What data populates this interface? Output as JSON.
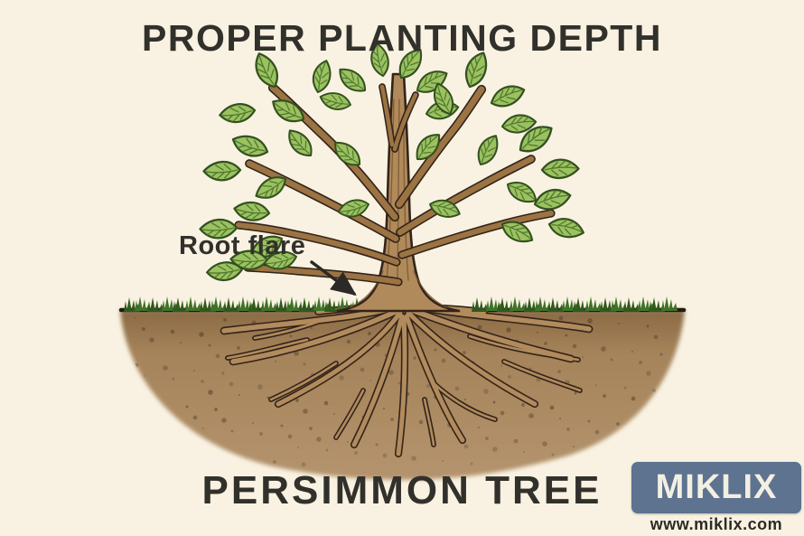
{
  "title": "PROPER PLANTING DEPTH",
  "annotation": {
    "label": "Root flare"
  },
  "species": {
    "name": "PERSIMMON TREE"
  },
  "brand": {
    "name": "MIKLIX",
    "url": "www.miklix.com"
  },
  "colors": {
    "background": "#f9f2e2",
    "title-text": "#32302b",
    "label-text": "#32302b",
    "arrow": "#2c2a26",
    "leaf": "#9cc161",
    "leaf-outline": "#33511f",
    "leaf-vein": "#4f7a2c",
    "trunk": "#b08a5a",
    "trunk-dark": "#7a5530",
    "trunk-outline": "#33241a",
    "branch": "#9c7343",
    "soil-top": "#8a6a45",
    "soil": "#a5835a",
    "soil-bottom": "#b4946e",
    "soil-speckle": "#54402b",
    "soil-line": "#241a10",
    "root": "#b28b5d",
    "root-outline": "#33241a",
    "grass": "#3f7328",
    "grass-dark": "#2e5a1c",
    "brand-badge": "#5d7390",
    "brand-text": "#f3efe2",
    "brand-url-text": "#2b2a25"
  }
}
